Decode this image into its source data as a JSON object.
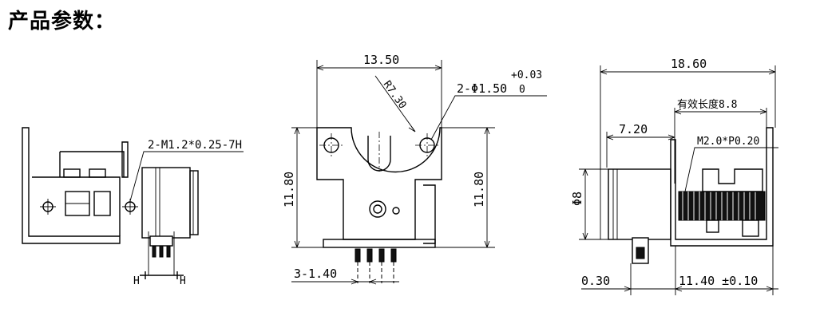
{
  "title": "产品参数：",
  "left_view": {
    "callout": "2-M1.2*0.25-7H",
    "mark_left": "H",
    "mark_right": "H"
  },
  "middle_view": {
    "width": "13.50",
    "radius": "R7.30",
    "holes": "2-Φ1.50",
    "tol_upper": "+0.03",
    "tol_lower": "0",
    "height_left": "11.80",
    "height_right": "11.80",
    "pins": "3-1.40"
  },
  "right_view": {
    "overall": "18.60",
    "effective_length": "有效长度8.8",
    "offset": "7.20",
    "thread": "M2.0*P0.20",
    "diameter": "Φ8",
    "gap": "0.30",
    "length": "11.40 ±0.10"
  }
}
